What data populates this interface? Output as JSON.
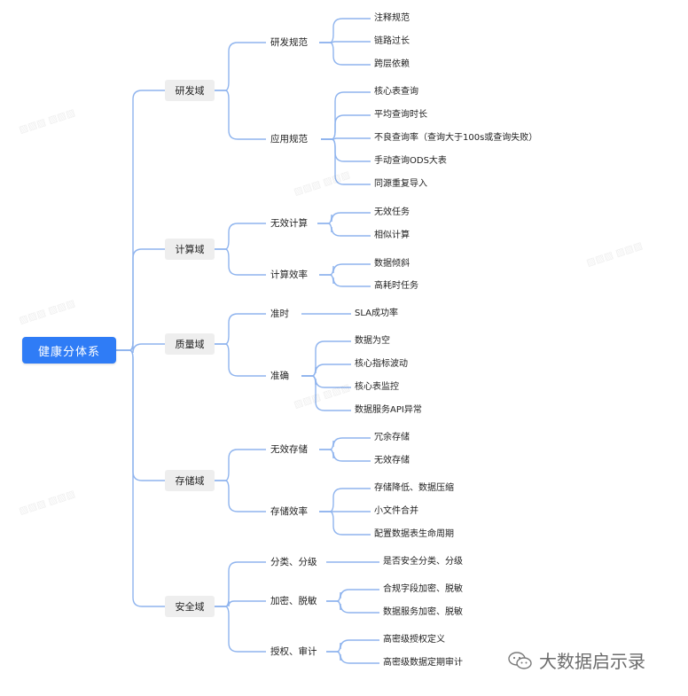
{
  "root": {
    "label": "健康分体系"
  },
  "domains": [
    {
      "label": "研发域",
      "groups": [
        {
          "label": "研发规范",
          "items": [
            "注释规范",
            "链路过长",
            "跨层依赖"
          ]
        },
        {
          "label": "应用规范",
          "items": [
            "核心表查询",
            "平均查询时长",
            "不良查询率（查询大于100s或查询失败）",
            "手动查询ODS大表",
            "同源重复导入"
          ]
        }
      ]
    },
    {
      "label": "计算域",
      "groups": [
        {
          "label": "无效计算",
          "items": [
            "无效任务",
            "相似计算"
          ]
        },
        {
          "label": "计算效率",
          "items": [
            "数据倾斜",
            "高耗时任务"
          ]
        }
      ]
    },
    {
      "label": "质量域",
      "groups": [
        {
          "label": "准时",
          "items": [
            "SLA成功率"
          ]
        },
        {
          "label": "准确",
          "items": [
            "数据为空",
            "核心指标波动",
            "核心表监控",
            "数据服务API异常"
          ]
        }
      ]
    },
    {
      "label": "存储域",
      "groups": [
        {
          "label": "无效存储",
          "items": [
            "冗余存储",
            "无效存储"
          ]
        },
        {
          "label": "存储效率",
          "items": [
            "存储降低、数据压缩",
            "小文件合并",
            "配置数据表生命周期"
          ]
        }
      ]
    },
    {
      "label": "安全域",
      "groups": [
        {
          "label": "分类、分级",
          "items": [
            "是否安全分类、分级"
          ]
        },
        {
          "label": "加密、脱敏",
          "items": [
            "合规字段加密、脱敏",
            "数据服务加密、脱敏"
          ]
        },
        {
          "label": "授权、审计",
          "items": [
            "高密级授权定义",
            "高密级数据定期审计"
          ]
        }
      ]
    }
  ],
  "brand": {
    "text": "大数据启示录",
    "icon": "wechat-icon"
  }
}
